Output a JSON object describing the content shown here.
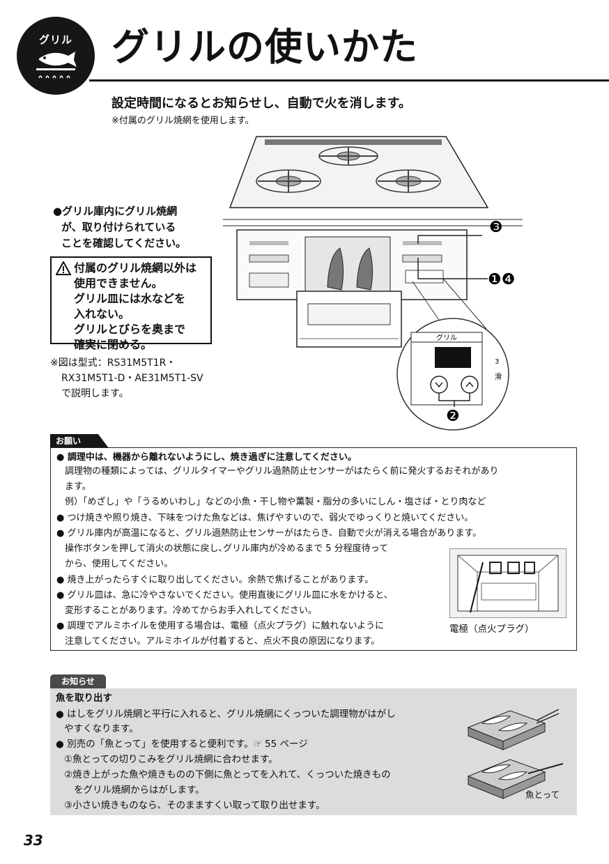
{
  "header": {
    "badge_label": "グリル",
    "title": "グリルの使いかた"
  },
  "intro": {
    "main": "設定時間になるとお知らせし、自動で火を消します。",
    "note": "※付属のグリル焼網を使用します。"
  },
  "left_notes": {
    "check_lines": [
      "●グリル庫内にグリル焼網",
      "が、取り付けられている",
      "ことを確認してください。"
    ],
    "caution_lines": [
      "付属のグリル焼網以外は",
      "使用できません。",
      "グリル皿には水などを",
      "入れない。",
      "グリルとびらを奥まで",
      "確実に閉める。"
    ],
    "model_lines": [
      "※図は型式：RS31M5T1R・",
      "RX31M5T1-D・AE31M5T1-SV",
      "で説明します。"
    ]
  },
  "illustration": {
    "callout_3": "❸",
    "callout_14": "❶❹",
    "callout_2": "❷",
    "panel_label": "グリル",
    "side_mark_1": "3",
    "side_mark_2": "滑"
  },
  "request": {
    "tab": "お願い",
    "lines": [
      "● 調理中は、機器から離れないようにし、焼き過ぎに注意してください。",
      "調理物の種類によっては、グリルタイマーやグリル過熱防止センサーがはたらく前に発火するおそれがあり",
      "ます。",
      "例）「めざし」や「うるめいわし」などの小魚・干し物や薫製・脂分の多いにしん・塩さば・とり肉など",
      "● つけ焼きや照り焼き、下味をつけた魚などは、焦げやすいので、弱火でゆっくりと焼いてください。",
      "● グリル庫内が高温になると、グリル過熱防止センサーがはたらき、自動で火が消える場合があります。",
      "操作ボタンを押して消火の状態に戻し､グリル庫内が冷めるまで 5 分程度待って",
      "から、使用してください。",
      "● 焼き上がったらすぐに取り出してください。余熱で焦げることがあります。",
      "● グリル皿は、急に冷やさないでください。使用直後にグリル皿に水をかけると、",
      "変形することがあります。冷めてからお手入れしてください。",
      "● 調理でアルミホイルを使用する場合は、電極（点火プラグ）に触れないように",
      "注意してください。アルミホイルが付着すると、点火不良の原因になります。"
    ],
    "photo_label": "電極（点火プラグ）"
  },
  "notice": {
    "tab": "お知らせ",
    "heading": "魚を取り出す",
    "lines": [
      "● はしをグリル焼網と平行に入れると、グリル焼網にくっついた調理物がはがし",
      "やすくなります。",
      "● 別売の「魚とって」を使用すると便利です。☞ 55 ページ",
      "①魚とっての切りこみをグリル焼網に合わせます。",
      "②焼き上がった魚や焼きものの下側に魚とってを入れて、くっついた焼きもの",
      "をグリル焼網からはがします。",
      "③小さい焼きものなら、そのまますくい取って取り出せます。"
    ],
    "fish_lifter_label": "魚とって"
  },
  "page_number": "33"
}
